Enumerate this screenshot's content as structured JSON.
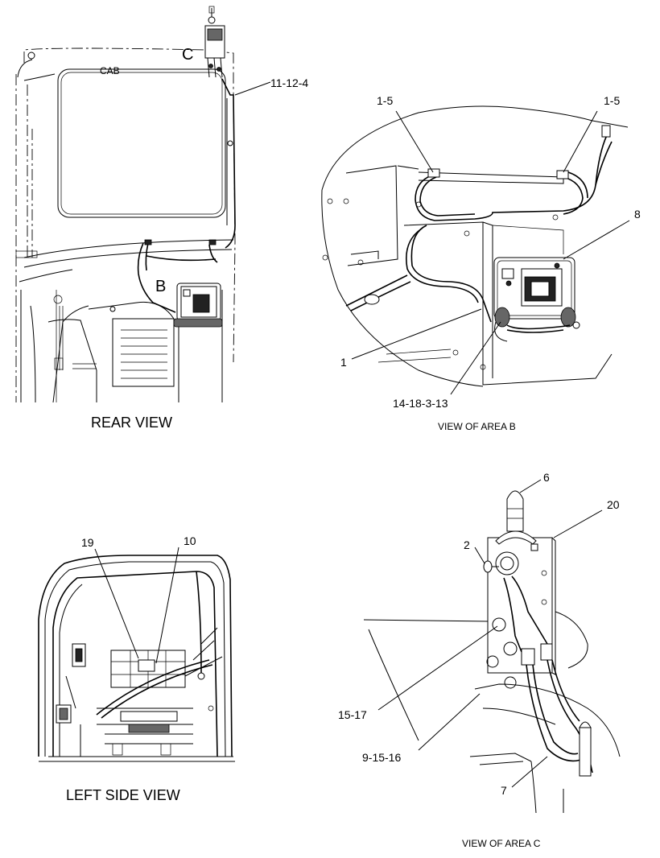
{
  "views": {
    "rear": {
      "caption": "REAR VIEW",
      "cab_label": "CAB",
      "area_c_marker": "C",
      "area_b_marker": "B",
      "callouts": {
        "harness": "11-12-4"
      }
    },
    "area_b": {
      "caption": "VIEW OF AREA  B",
      "callouts": {
        "clip_left": "1-5",
        "clip_right": "1-5",
        "controller": "8",
        "bracket": "1",
        "connectors": "14-18-3-13"
      }
    },
    "left_side": {
      "caption": "LEFT SIDE VIEW",
      "callouts": {
        "left": "19",
        "right": "10"
      }
    },
    "area_c": {
      "caption": "VIEW OF AREA  C",
      "callouts": {
        "joystick": "6",
        "housing": "20",
        "fitting": "2",
        "plate": "15-17",
        "bolts": "9-15-16",
        "hose": "7"
      }
    }
  }
}
